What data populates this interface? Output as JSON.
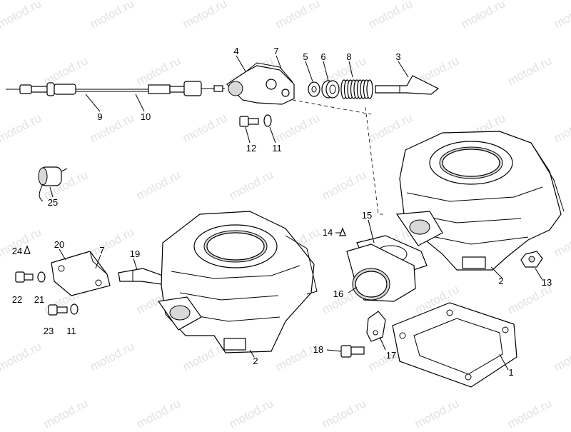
{
  "watermark": "motod.ru",
  "callouts": [
    "4",
    "7",
    "5",
    "6",
    "8",
    "3",
    "9",
    "10",
    "12",
    "11",
    "25",
    "24",
    "20",
    "7",
    "19",
    "14",
    "15",
    "2",
    "13",
    "22",
    "21",
    "16",
    "23",
    "11",
    "18",
    "17",
    "2",
    "1"
  ]
}
